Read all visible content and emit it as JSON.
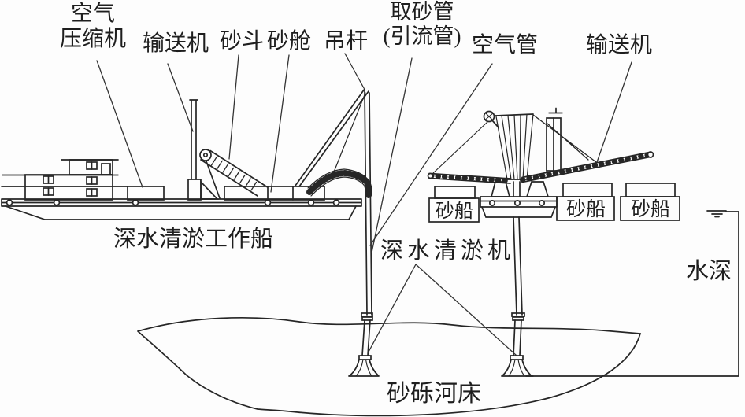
{
  "diagram": {
    "kind": "engineering-line-drawing",
    "colors": {
      "line": "#262626",
      "leader": "#333333",
      "text": "#1e1e1e",
      "background": "#fdfdfd"
    },
    "icons": {
      "water_level_icon": "water-surface-mark"
    }
  },
  "labels": {
    "air_compressor": "空气\n压缩机",
    "conveyor_left": "输送机",
    "sand_hopper": "砂斗",
    "sand_cabin": "砂舱",
    "derrick": "吊杆",
    "sand_pipe": "取砂管\n(引流管)",
    "air_pipe": "空气管",
    "conveyor_right": "输送机",
    "work_ship": "深水清淤工作船",
    "dredger": "深水清淤机",
    "water_depth": "水深",
    "riverbed": "砂砾河床",
    "sand_boats": [
      "砂船",
      "砂船",
      "砂船"
    ]
  }
}
